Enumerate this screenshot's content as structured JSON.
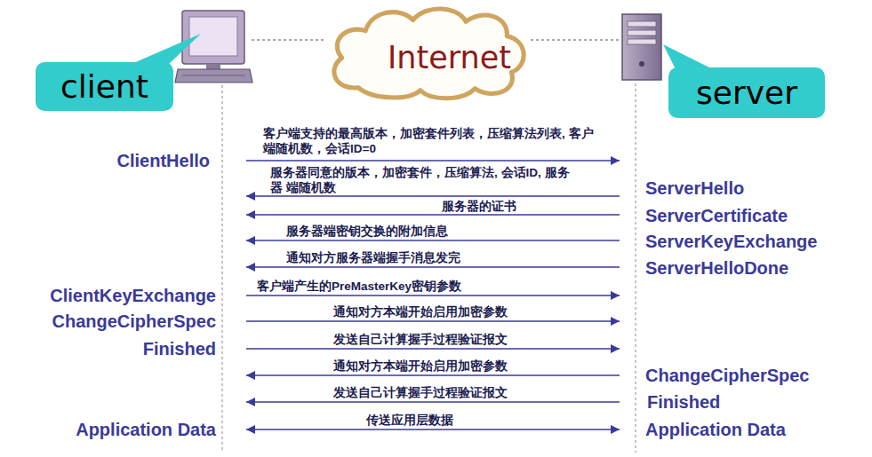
{
  "diagram": {
    "nodes": [
      {
        "text": [
          "client"
        ]
      },
      {
        "text": [
          "Internet"
        ]
      },
      {
        "text": [
          "server"
        ]
      }
    ],
    "labels": [
      "客户端支持的最高版本，加密套件列表，压缩算法列表, 客户 端随机数，会话ID=0",
      "ClientHello",
      "服务器同意的版本，加密套件，压缩算法, 会话ID, 服务器 端随机数",
      "ServerHello",
      "服务器的证书",
      "ServerCertificate",
      "服务器端密钥交换的附加信息",
      "ServerKeyExchange",
      "通知对方服务器端握手消息发完",
      "ServerHelloDone",
      "客户端产生的PreMasterKey密钥参数",
      "ClientKeyExchange",
      "通知对方本端开始启用加密参数",
      "ChangeCipherSpec",
      "发送自己计算握手过程验证报文",
      "Finished",
      "通知对方本端开始启用加密参数",
      "ChangeCipherSpec",
      "发送自己计算握手过程验证报文",
      "Finished",
      "传送应用层数据",
      "Application Data",
      "Application Data"
    ]
  }
}
